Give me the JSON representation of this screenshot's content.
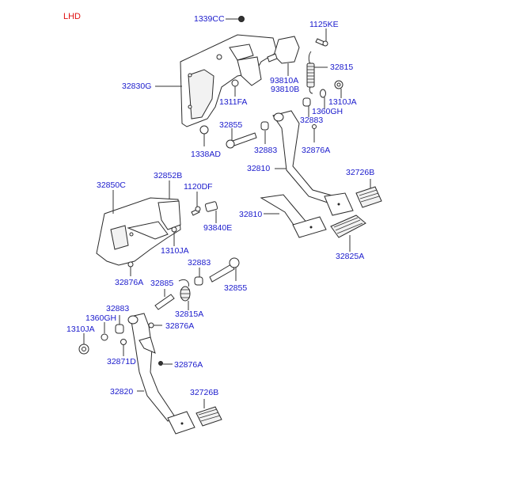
{
  "diagram": {
    "variant_label": "LHD",
    "colors": {
      "variant_label": "#e01010",
      "part_label": "#1a1acc",
      "line": "#2a2a2a"
    },
    "upper_assembly": {
      "labels": {
        "p1339CC": "1339CC",
        "p1125KE": "1125KE",
        "p32815": "32815",
        "p32830G": "32830G",
        "p93810A": "93810A",
        "p93810B": "93810B",
        "p1311FA": "1311FA",
        "p1310JA": "1310JA",
        "p1360GH": "1360GH",
        "p32883a": "32883",
        "p32855": "32855",
        "p32883b": "32883",
        "p32876A": "32876A",
        "p1338AD": "1338AD",
        "p32810a": "32810",
        "p32810b": "32810",
        "p32726B": "32726B",
        "p32825A": "32825A"
      }
    },
    "lower_assembly": {
      "labels": {
        "p32852B": "32852B",
        "p32850C": "32850C",
        "p1120DF": "1120DF",
        "p93840E": "93840E",
        "p1310JA": "1310JA",
        "p32883a": "32883",
        "p32855": "32855",
        "p32876Aa": "32876A",
        "p32885": "32885",
        "p32815A": "32815A",
        "p32883b": "32883",
        "p1360GH": "1360GH",
        "p1310JAb": "1310JA",
        "p32876Ab": "32876A",
        "p32871D": "32871D",
        "p32876Ac": "32876A",
        "p32820": "32820",
        "p32726B": "32726B"
      }
    }
  }
}
